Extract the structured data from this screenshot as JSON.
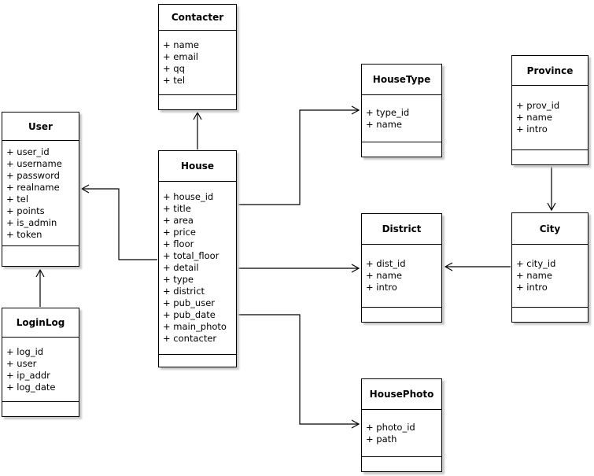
{
  "diagram": {
    "type": "uml-class-diagram",
    "entities": {
      "contacter": {
        "name": "Contacter",
        "attributes": [
          "+ name",
          "+ email",
          "+ qq",
          "+ tel"
        ]
      },
      "user": {
        "name": "User",
        "attributes": [
          "+ user_id",
          "+ username",
          "+ password",
          "+ realname",
          "+ tel",
          "+ points",
          "+ is_admin",
          "+ token"
        ]
      },
      "house": {
        "name": "House",
        "attributes": [
          "+ house_id",
          "+ title",
          "+ area",
          "+ price",
          "+ floor",
          "+ total_floor",
          "+ detail",
          "+ type",
          "+ district",
          "+ pub_user",
          "+ pub_date",
          "+ main_photo",
          "+ contacter"
        ]
      },
      "housetype": {
        "name": "HouseType",
        "attributes": [
          "+ type_id",
          "+ name"
        ]
      },
      "province": {
        "name": "Province",
        "attributes": [
          "+ prov_id",
          "+ name",
          "+ intro"
        ]
      },
      "district": {
        "name": "District",
        "attributes": [
          "+ dist_id",
          "+ name",
          "+ intro"
        ]
      },
      "city": {
        "name": "City",
        "attributes": [
          "+ city_id",
          "+ name",
          "+ intro"
        ]
      },
      "loginlog": {
        "name": "LoginLog",
        "attributes": [
          "+ log_id",
          "+ user",
          "+ ip_addr",
          "+ log_date"
        ]
      },
      "housephoto": {
        "name": "HousePhoto",
        "attributes": [
          "+ photo_id",
          "+ path"
        ]
      }
    },
    "relations": [
      {
        "from": "House",
        "to": "Contacter"
      },
      {
        "from": "House",
        "to": "User"
      },
      {
        "from": "House",
        "to": "HouseType"
      },
      {
        "from": "House",
        "to": "District"
      },
      {
        "from": "House",
        "to": "HousePhoto"
      },
      {
        "from": "Province",
        "to": "City"
      },
      {
        "from": "City",
        "to": "District"
      },
      {
        "from": "LoginLog",
        "to": "User"
      }
    ],
    "colors": {
      "background": "#ffffff",
      "box_fill": "#ffffff",
      "box_border": "#000000",
      "shadow": "#c9c9c9",
      "line": "#000000"
    }
  }
}
